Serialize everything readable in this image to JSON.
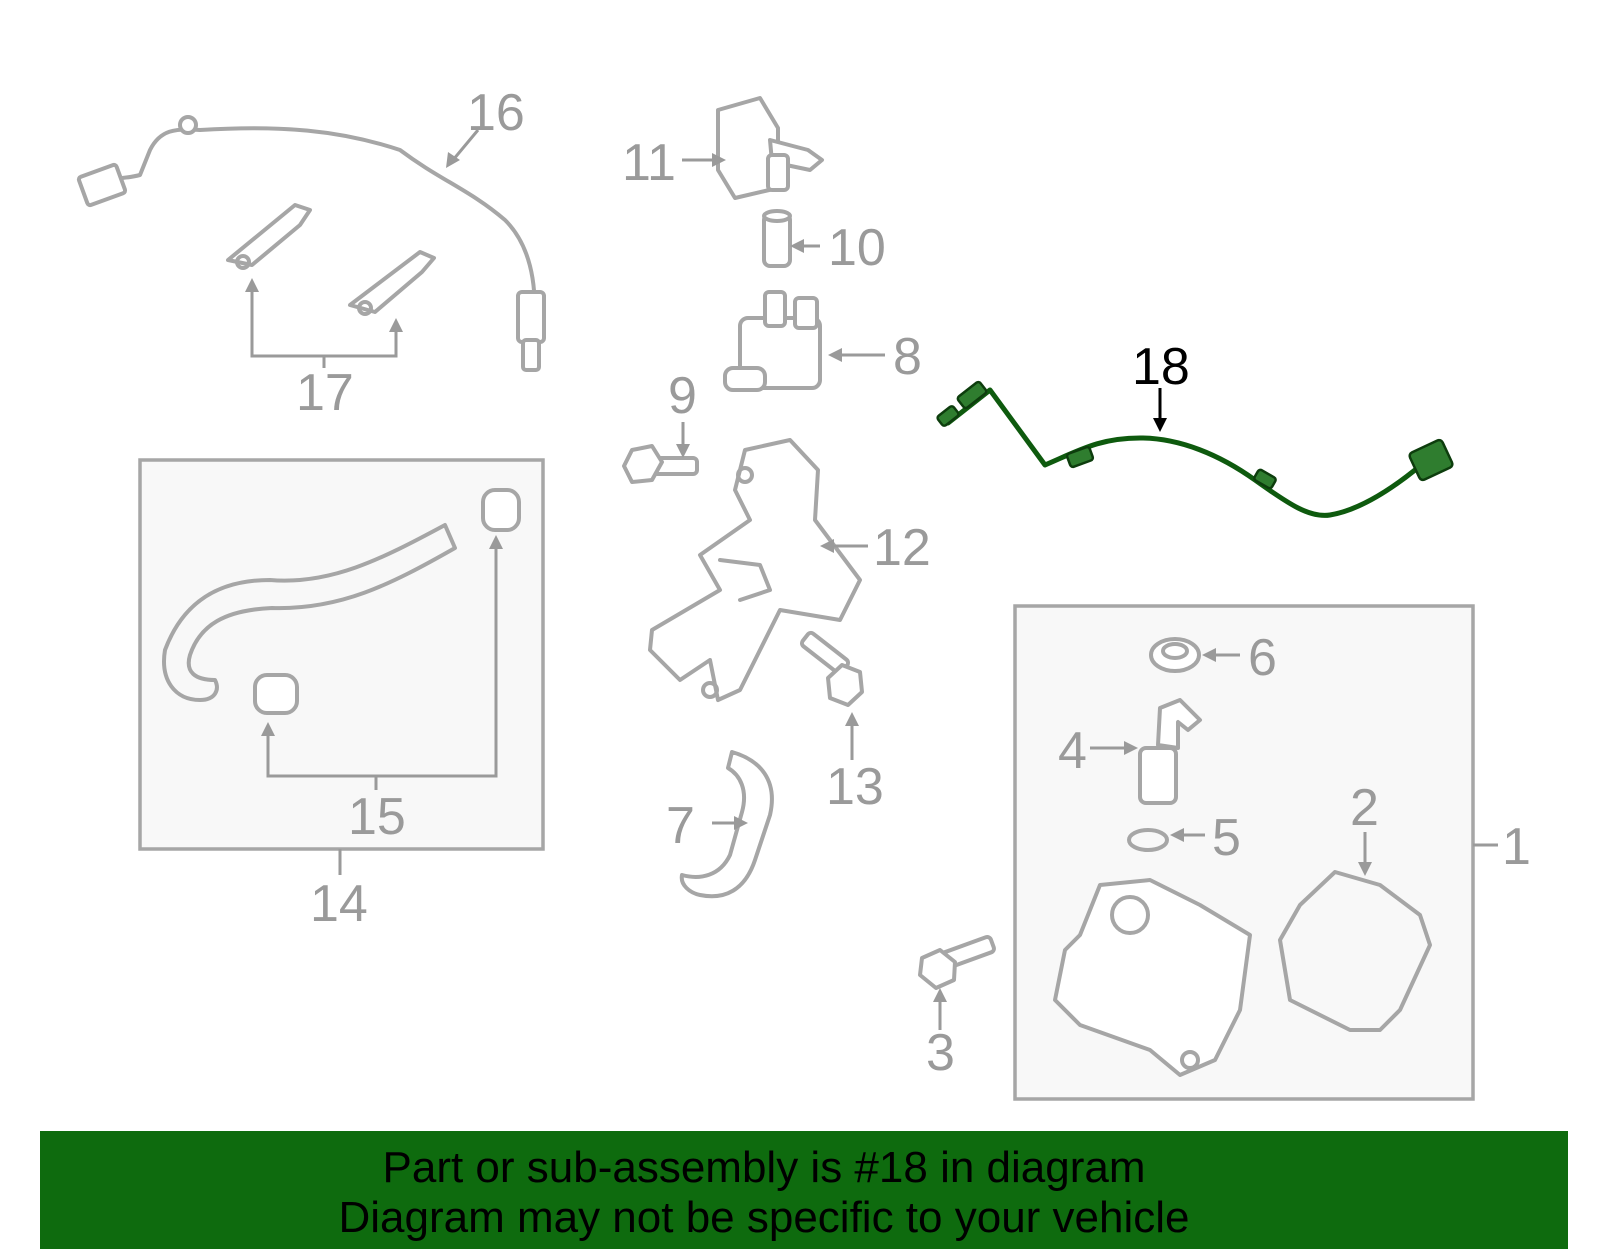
{
  "callouts": {
    "c1": "1",
    "c2": "2",
    "c3": "3",
    "c4": "4",
    "c5": "5",
    "c6": "6",
    "c7": "7",
    "c8": "8",
    "c9": "9",
    "c10": "10",
    "c11": "11",
    "c12": "12",
    "c13": "13",
    "c14": "14",
    "c15": "15",
    "c16": "16",
    "c17": "17",
    "c18": "18"
  },
  "highlight": {
    "part": "18",
    "color": "#0e6b0e"
  },
  "footer": {
    "line1": "Part or sub-assembly is #18 in diagram",
    "line2": "Diagram may not be specific to your vehicle",
    "background": "#0e6b0e"
  }
}
